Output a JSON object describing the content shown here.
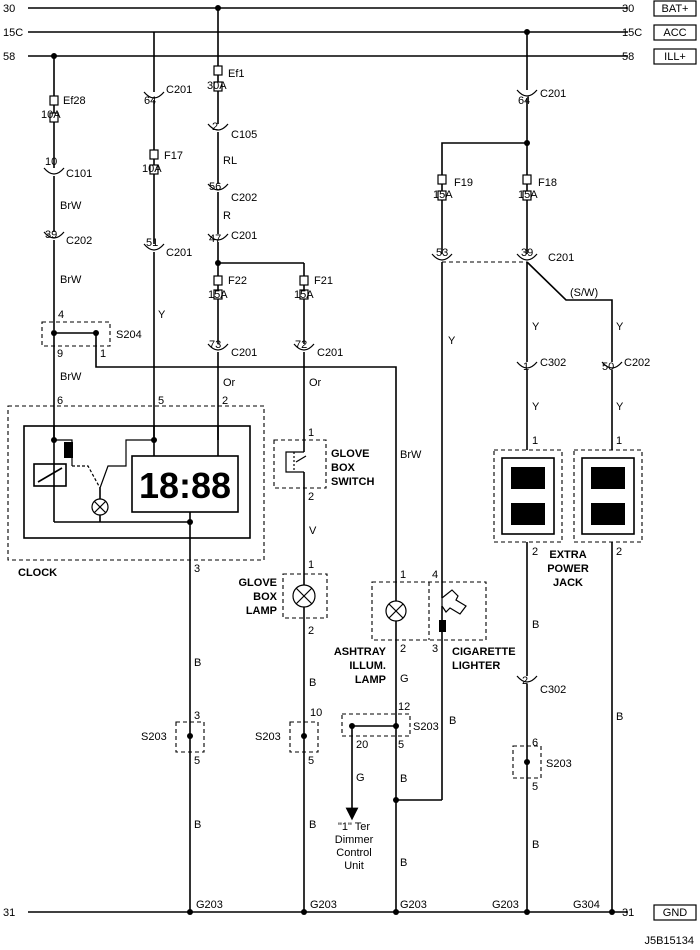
{
  "rails": {
    "r30": {
      "num": "30",
      "name": "BAT+"
    },
    "r15c": {
      "num": "15C",
      "name": "ACC"
    },
    "r58": {
      "num": "58",
      "name": "ILL+"
    },
    "r31": {
      "num": "31",
      "name": "GND"
    }
  },
  "fuses": {
    "ef28": {
      "name": "Ef28",
      "rating": "10A"
    },
    "ef1": {
      "name": "Ef1",
      "rating": "30A"
    },
    "f17": {
      "name": "F17",
      "rating": "10A"
    },
    "f19": {
      "name": "F19",
      "rating": "15A"
    },
    "f18": {
      "name": "F18",
      "rating": "15A"
    },
    "f22": {
      "name": "F22",
      "rating": "15A"
    },
    "f21": {
      "name": "F21",
      "rating": "15A"
    }
  },
  "connectors": {
    "c201_64a": {
      "pin": "64",
      "name": "C201"
    },
    "c201_64b": {
      "pin": "64",
      "name": "C201"
    },
    "c105": {
      "pin": "2",
      "name": "C105"
    },
    "c101": {
      "pin": "10",
      "name": "C101"
    },
    "c202_56": {
      "pin": "56",
      "name": "C202"
    },
    "c202_39": {
      "pin": "39",
      "name": "C202"
    },
    "c201_51": {
      "pin": "51",
      "name": "C201"
    },
    "c201_47": {
      "pin": "47",
      "name": "C201"
    },
    "c201_53": {
      "pin": "53"
    },
    "c201_39": {
      "pin": "39",
      "name": "C201"
    },
    "c201_73": {
      "pin": "73",
      "name": "C201"
    },
    "c201_72": {
      "pin": "72",
      "name": "C201"
    },
    "c302_1": {
      "pin": "1",
      "name": "C302"
    },
    "c202_50": {
      "pin": "50",
      "name": "C202"
    },
    "c302_2": {
      "pin": "2",
      "name": "C302"
    }
  },
  "wires": {
    "brw": "BrW",
    "y": "Y",
    "rl": "RL",
    "r": "R",
    "or": "Or",
    "v": "V",
    "b": "B",
    "g": "G",
    "sw": "(S/W)"
  },
  "splices": {
    "s204": "S204",
    "s203": "S203"
  },
  "pins": {
    "p1": "1",
    "p2": "2",
    "p3": "3",
    "p4": "4",
    "p5": "5",
    "p6": "6",
    "p9": "9",
    "p10": "10",
    "p12": "12",
    "p20": "20"
  },
  "components": {
    "clock_label": "CLOCK",
    "clock_display": "18:88",
    "glove_switch_line1": "GLOVE",
    "glove_switch_line2": "BOX",
    "glove_switch_line3": "SWITCH",
    "glove_lamp_line1": "GLOVE",
    "glove_lamp_line2": "BOX",
    "glove_lamp_line3": "LAMP",
    "ashtray_line1": "ASHTRAY",
    "ashtray_line2": "ILLUM.",
    "ashtray_line3": "LAMP",
    "lighter_line1": "CIGARETTE",
    "lighter_line2": "LIGHTER",
    "jack_line1": "EXTRA",
    "jack_line2": "POWER",
    "jack_line3": "JACK",
    "dimmer_line1": "\"1\" Ter",
    "dimmer_line2": "Dimmer",
    "dimmer_line3": "Control",
    "dimmer_line4": "Unit"
  },
  "grounds": {
    "g203": "G203",
    "g304": "G304"
  },
  "footer": {
    "code": "J5B15134"
  }
}
